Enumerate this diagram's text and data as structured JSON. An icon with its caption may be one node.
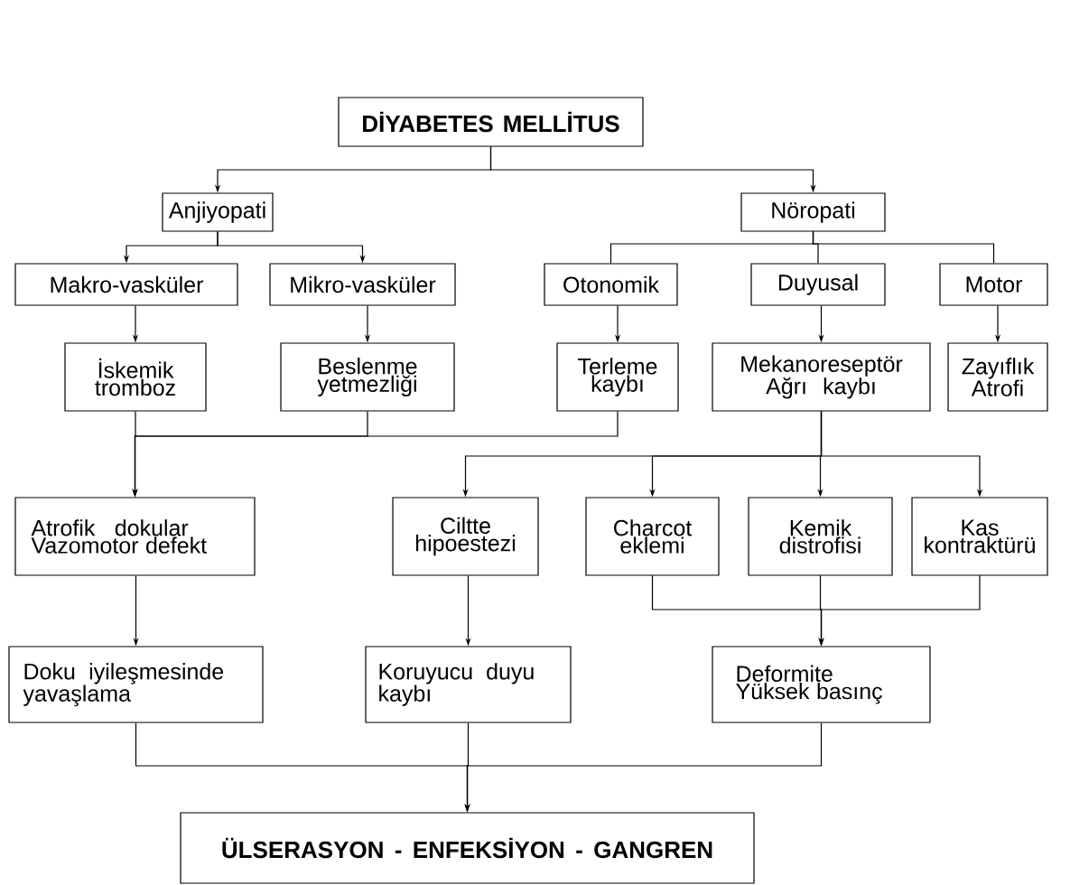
{
  "diagram": {
    "nodes": [
      {
        "text": [
          "DİYABETES MELLİTUS"
        ]
      },
      {
        "text": [
          "Anjiyopati"
        ]
      },
      {
        "text": [
          "Nöropati"
        ]
      },
      {
        "text": [
          "Makro-vasküler"
        ]
      },
      {
        "text": [
          "Mikro-vasküler"
        ]
      },
      {
        "text": [
          "Otonomik"
        ]
      },
      {
        "text": [
          "Duyusal"
        ]
      },
      {
        "text": [
          "Motor"
        ]
      },
      {
        "text": [
          "İskemik tromboz"
        ]
      },
      {
        "text": [
          "Beslenme yetmezliği"
        ]
      },
      {
        "text": [
          "Terleme kaybı"
        ]
      },
      {
        "text": [
          "Mekanoreseptör Ağrı kaybı"
        ]
      },
      {
        "text": [
          "Zayıflık Atrofi"
        ]
      },
      {
        "text": [
          "Atrofik dokular Vazomotor defekt"
        ]
      },
      {
        "text": [
          "Ciltte hipoestezi"
        ]
      },
      {
        "text": [
          "Charcot eklemi"
        ]
      },
      {
        "text": [
          "Kemik distrofisi"
        ]
      },
      {
        "text": [
          "Kas kontraktürü"
        ]
      },
      {
        "text": [
          "Doku iyileşmesinde yavaşlama"
        ]
      },
      {
        "text": [
          "Koruyucu duyu kaybı"
        ]
      },
      {
        "text": [
          "Deformite Yüksek basınç"
        ]
      },
      {
        "text": [
          "ÜLSERASYON - ENFEKSİYON - GANGREN"
        ]
      }
    ],
    "edges": [
      {
        "from": 0,
        "to": 1,
        "arrow": "to"
      },
      {
        "from": 0,
        "to": 2,
        "arrow": "to"
      },
      {
        "from": 1,
        "to": 3,
        "arrow": "to"
      },
      {
        "from": 1,
        "to": 4,
        "arrow": "to"
      },
      {
        "from": 2,
        "to": 5,
        "arrow": "none"
      },
      {
        "from": 2,
        "to": 6,
        "arrow": "none"
      },
      {
        "from": 2,
        "to": 7,
        "arrow": "none"
      },
      {
        "from": 3,
        "to": 8,
        "arrow": "to"
      },
      {
        "from": 4,
        "to": 9,
        "arrow": "to"
      },
      {
        "from": 5,
        "to": 10,
        "arrow": "to"
      },
      {
        "from": 6,
        "to": 11,
        "arrow": "to"
      },
      {
        "from": 7,
        "to": 12,
        "arrow": "to"
      },
      {
        "from": 8,
        "to": 13,
        "arrow": "to"
      },
      {
        "from": 9,
        "to": 13,
        "arrow": "to"
      },
      {
        "from": 10,
        "to": 13,
        "arrow": "to"
      },
      {
        "from": 11,
        "to": 14,
        "arrow": "to"
      },
      {
        "from": 11,
        "to": 15,
        "arrow": "to"
      },
      {
        "from": 11,
        "to": 16,
        "arrow": "to"
      },
      {
        "from": 11,
        "to": 17,
        "arrow": "to"
      },
      {
        "from": 13,
        "to": 18,
        "arrow": "to"
      },
      {
        "from": 14,
        "to": 19,
        "arrow": "to"
      },
      {
        "from": 15,
        "to": 20,
        "arrow": "to"
      },
      {
        "from": 16,
        "to": 20,
        "arrow": "to"
      },
      {
        "from": 17,
        "to": 20,
        "arrow": "to"
      },
      {
        "from": 18,
        "to": 21,
        "arrow": "to"
      },
      {
        "from": 19,
        "to": 21,
        "arrow": "to"
      },
      {
        "from": 20,
        "to": 21,
        "arrow": "to"
      }
    ]
  }
}
